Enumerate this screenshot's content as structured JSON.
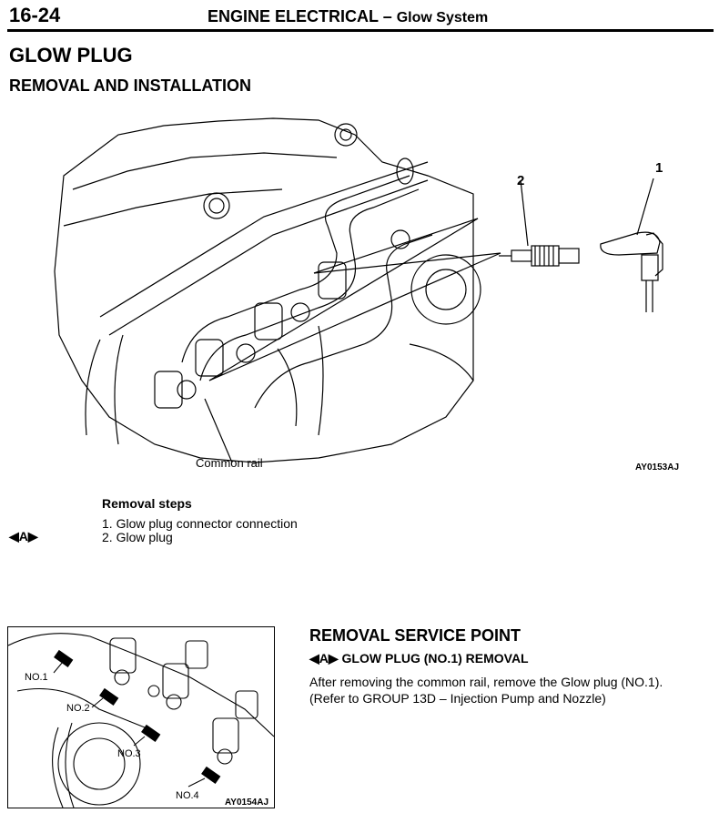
{
  "header": {
    "page_number": "16-24",
    "section": "ENGINE ELECTRICAL",
    "separator": "–",
    "subsection": "Glow System"
  },
  "title": "GLOW PLUG",
  "subtitle": "REMOVAL AND INSTALLATION",
  "figure1": {
    "callout_1": "1",
    "callout_2": "2",
    "common_rail_label": "Common rail",
    "figure_code": "AY0153AJ"
  },
  "removal": {
    "heading": "Removal steps",
    "ref_mark": "◀A▶",
    "steps": [
      "1. Glow plug connector connection",
      "2. Glow plug"
    ]
  },
  "figure2": {
    "labels": [
      "NO.1",
      "NO.2",
      "NO.3",
      "NO.4"
    ],
    "figure_code": "AY0154AJ"
  },
  "service": {
    "title": "REMOVAL SERVICE POINT",
    "sub_mark": "◀A▶",
    "sub_title": "GLOW PLUG (NO.1) REMOVAL",
    "line1": "After removing the common rail, remove the Glow plug (NO.1).",
    "line2": "(Refer to GROUP 13D – Injection Pump and Nozzle)"
  }
}
